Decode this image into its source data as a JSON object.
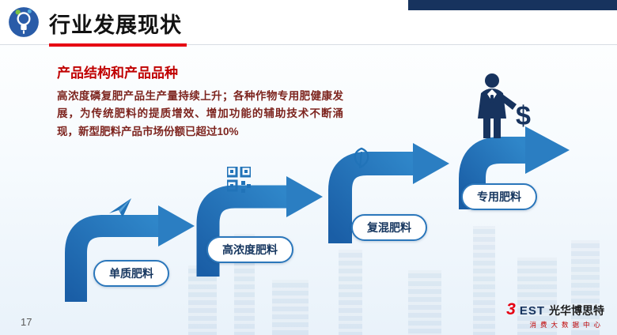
{
  "header": {
    "title": "行业发展现状"
  },
  "content": {
    "heading": "产品结构和产品品种",
    "paragraph": "高浓度磷复肥产品生产量持续上升；各种作物专用肥健康发展，为传统肥料的提质增效、增加功能的辅助技术不断涌现，新型肥料产品市场份额已超过10%"
  },
  "diagram": {
    "type": "ascending-staircase-arrows",
    "dollar": "$",
    "steps": [
      {
        "label": "单质肥料",
        "icon": "paper-plane-icon"
      },
      {
        "label": "高浓度肥料",
        "icon": "qr-code-icon"
      },
      {
        "label": "复混肥料",
        "icon": "leaf-icon"
      },
      {
        "label": "专用肥料",
        "icon": "businessman-dollar-icon"
      }
    ]
  },
  "colors": {
    "arrow_blue_dark": "#1a5ea6",
    "arrow_blue_light": "#2f86c9",
    "heading_red": "#c00000",
    "body_red": "#7d241e",
    "navy": "#17335e",
    "underline_red": "#e60012"
  },
  "footer": {
    "page_number": "17",
    "brand": {
      "logo_prefix": "3",
      "logo_suffix": "EST",
      "name": "光华博思特",
      "subtitle": "消费大数据中心"
    }
  }
}
